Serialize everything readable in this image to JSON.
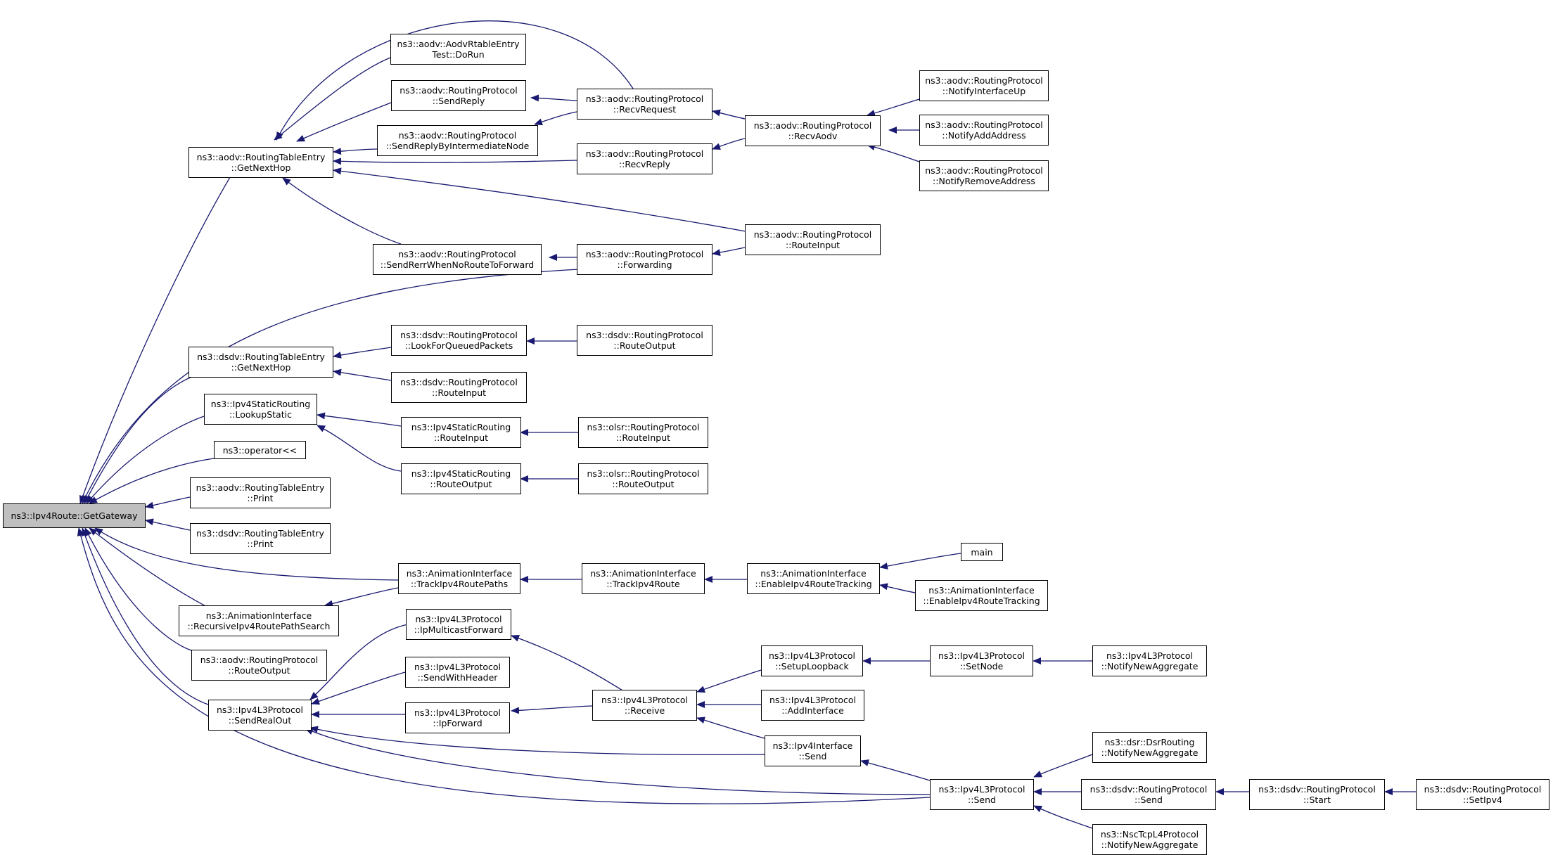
{
  "colors": {
    "edge": "#191970",
    "node_border": "#000000",
    "root_fill": "#bfbfbf",
    "node_fill": "#ffffff"
  },
  "nodes": [
    {
      "id": "root",
      "lines": [
        "ns3::Ipv4Route::GetGateway"
      ]
    },
    {
      "id": "aodv_rte_getnexthop",
      "lines": [
        "ns3::aodv::RoutingTableEntry",
        "::GetNextHop"
      ]
    },
    {
      "id": "aodv_rtable_test",
      "lines": [
        "ns3::aodv::AodvRtableEntry",
        "Test::DoRun"
      ]
    },
    {
      "id": "aodv_sendreply",
      "lines": [
        "ns3::aodv::RoutingProtocol",
        "::SendReply"
      ]
    },
    {
      "id": "aodv_sendreply_inter",
      "lines": [
        "ns3::aodv::RoutingProtocol",
        "::SendReplyByIntermediateNode"
      ]
    },
    {
      "id": "aodv_recvrequest",
      "lines": [
        "ns3::aodv::RoutingProtocol",
        "::RecvRequest"
      ]
    },
    {
      "id": "aodv_recvreply",
      "lines": [
        "ns3::aodv::RoutingProtocol",
        "::RecvReply"
      ]
    },
    {
      "id": "aodv_recvaodv",
      "lines": [
        "ns3::aodv::RoutingProtocol",
        "::RecvAodv"
      ]
    },
    {
      "id": "aodv_notifyifup",
      "lines": [
        "ns3::aodv::RoutingProtocol",
        "::NotifyInterfaceUp"
      ]
    },
    {
      "id": "aodv_notifyaddaddr",
      "lines": [
        "ns3::aodv::RoutingProtocol",
        "::NotifyAddAddress"
      ]
    },
    {
      "id": "aodv_notifyremaddr",
      "lines": [
        "ns3::aodv::RoutingProtocol",
        "::NotifyRemoveAddress"
      ]
    },
    {
      "id": "aodv_routeinput",
      "lines": [
        "ns3::aodv::RoutingProtocol",
        "::RouteInput"
      ]
    },
    {
      "id": "aodv_sendrerr",
      "lines": [
        "ns3::aodv::RoutingProtocol",
        "::SendRerrWhenNoRouteToForward"
      ]
    },
    {
      "id": "aodv_forwarding",
      "lines": [
        "ns3::aodv::RoutingProtocol",
        "::Forwarding"
      ]
    },
    {
      "id": "dsdv_rte_getnexthop",
      "lines": [
        "ns3::dsdv::RoutingTableEntry",
        "::GetNextHop"
      ]
    },
    {
      "id": "dsdv_lookforqueued",
      "lines": [
        "ns3::dsdv::RoutingProtocol",
        "::LookForQueuedPackets"
      ]
    },
    {
      "id": "dsdv_routeoutput",
      "lines": [
        "ns3::dsdv::RoutingProtocol",
        "::RouteOutput"
      ]
    },
    {
      "id": "dsdv_routeinput",
      "lines": [
        "ns3::dsdv::RoutingProtocol",
        "::RouteInput"
      ]
    },
    {
      "id": "ipv4static_lookup",
      "lines": [
        "ns3::Ipv4StaticRouting",
        "::LookupStatic"
      ]
    },
    {
      "id": "ipv4static_routeinput",
      "lines": [
        "ns3::Ipv4StaticRouting",
        "::RouteInput"
      ]
    },
    {
      "id": "ipv4static_routeoutput",
      "lines": [
        "ns3::Ipv4StaticRouting",
        "::RouteOutput"
      ]
    },
    {
      "id": "olsr_routeinput",
      "lines": [
        "ns3::olsr::RoutingProtocol",
        "::RouteInput"
      ]
    },
    {
      "id": "olsr_routeoutput",
      "lines": [
        "ns3::olsr::RoutingProtocol",
        "::RouteOutput"
      ]
    },
    {
      "id": "operator_ll",
      "lines": [
        "ns3::operator<<"
      ]
    },
    {
      "id": "aodv_rte_print",
      "lines": [
        "ns3::aodv::RoutingTableEntry",
        "::Print"
      ]
    },
    {
      "id": "dsdv_rte_print",
      "lines": [
        "ns3::dsdv::RoutingTableEntry",
        "::Print"
      ]
    },
    {
      "id": "anim_trackpaths",
      "lines": [
        "ns3::AnimationInterface",
        "::TrackIpv4RoutePaths"
      ]
    },
    {
      "id": "anim_trackroute",
      "lines": [
        "ns3::AnimationInterface",
        "::TrackIpv4Route"
      ]
    },
    {
      "id": "anim_enabletracking1",
      "lines": [
        "ns3::AnimationInterface",
        "::EnableIpv4RouteTracking"
      ]
    },
    {
      "id": "main",
      "lines": [
        "main"
      ]
    },
    {
      "id": "anim_enabletracking2",
      "lines": [
        "ns3::AnimationInterface",
        "::EnableIpv4RouteTracking"
      ]
    },
    {
      "id": "anim_recursive",
      "lines": [
        "ns3::AnimationInterface",
        "::RecursiveIpv4RoutePathSearch"
      ]
    },
    {
      "id": "aodv_routeoutput",
      "lines": [
        "ns3::aodv::RoutingProtocol",
        "::RouteOutput"
      ]
    },
    {
      "id": "ipv4l3_sendrealout",
      "lines": [
        "ns3::Ipv4L3Protocol",
        "::SendRealOut"
      ]
    },
    {
      "id": "ipv4l3_ipmulticast",
      "lines": [
        "ns3::Ipv4L3Protocol",
        "::IpMulticastForward"
      ]
    },
    {
      "id": "ipv4l3_sendwithheader",
      "lines": [
        "ns3::Ipv4L3Protocol",
        "::SendWithHeader"
      ]
    },
    {
      "id": "ipv4l3_ipforward",
      "lines": [
        "ns3::Ipv4L3Protocol",
        "::IpForward"
      ]
    },
    {
      "id": "ipv4l3_receive",
      "lines": [
        "ns3::Ipv4L3Protocol",
        "::Receive"
      ]
    },
    {
      "id": "ipv4l3_setuploopback",
      "lines": [
        "ns3::Ipv4L3Protocol",
        "::SetupLoopback"
      ]
    },
    {
      "id": "ipv4l3_setnode",
      "lines": [
        "ns3::Ipv4L3Protocol",
        "::SetNode"
      ]
    },
    {
      "id": "ipv4l3_notifynewagg",
      "lines": [
        "ns3::Ipv4L3Protocol",
        "::NotifyNewAggregate"
      ]
    },
    {
      "id": "ipv4l3_addinterface",
      "lines": [
        "ns3::Ipv4L3Protocol",
        "::AddInterface"
      ]
    },
    {
      "id": "ipv4if_send",
      "lines": [
        "ns3::Ipv4Interface",
        "::Send"
      ]
    },
    {
      "id": "ipv4l3_send",
      "lines": [
        "ns3::Ipv4L3Protocol",
        "::Send"
      ]
    },
    {
      "id": "dsr_notifynewagg",
      "lines": [
        "ns3::dsr::DsrRouting",
        "::NotifyNewAggregate"
      ]
    },
    {
      "id": "dsdv_send",
      "lines": [
        "ns3::dsdv::RoutingProtocol",
        "::Send"
      ]
    },
    {
      "id": "dsdv_start",
      "lines": [
        "ns3::dsdv::RoutingProtocol",
        "::Start"
      ]
    },
    {
      "id": "dsdv_setipv4",
      "lines": [
        "ns3::dsdv::RoutingProtocol",
        "::SetIpv4"
      ]
    },
    {
      "id": "nsctcp_notifynewagg",
      "lines": [
        "ns3::NscTcpL4Protocol",
        "::NotifyNewAggregate"
      ]
    }
  ]
}
